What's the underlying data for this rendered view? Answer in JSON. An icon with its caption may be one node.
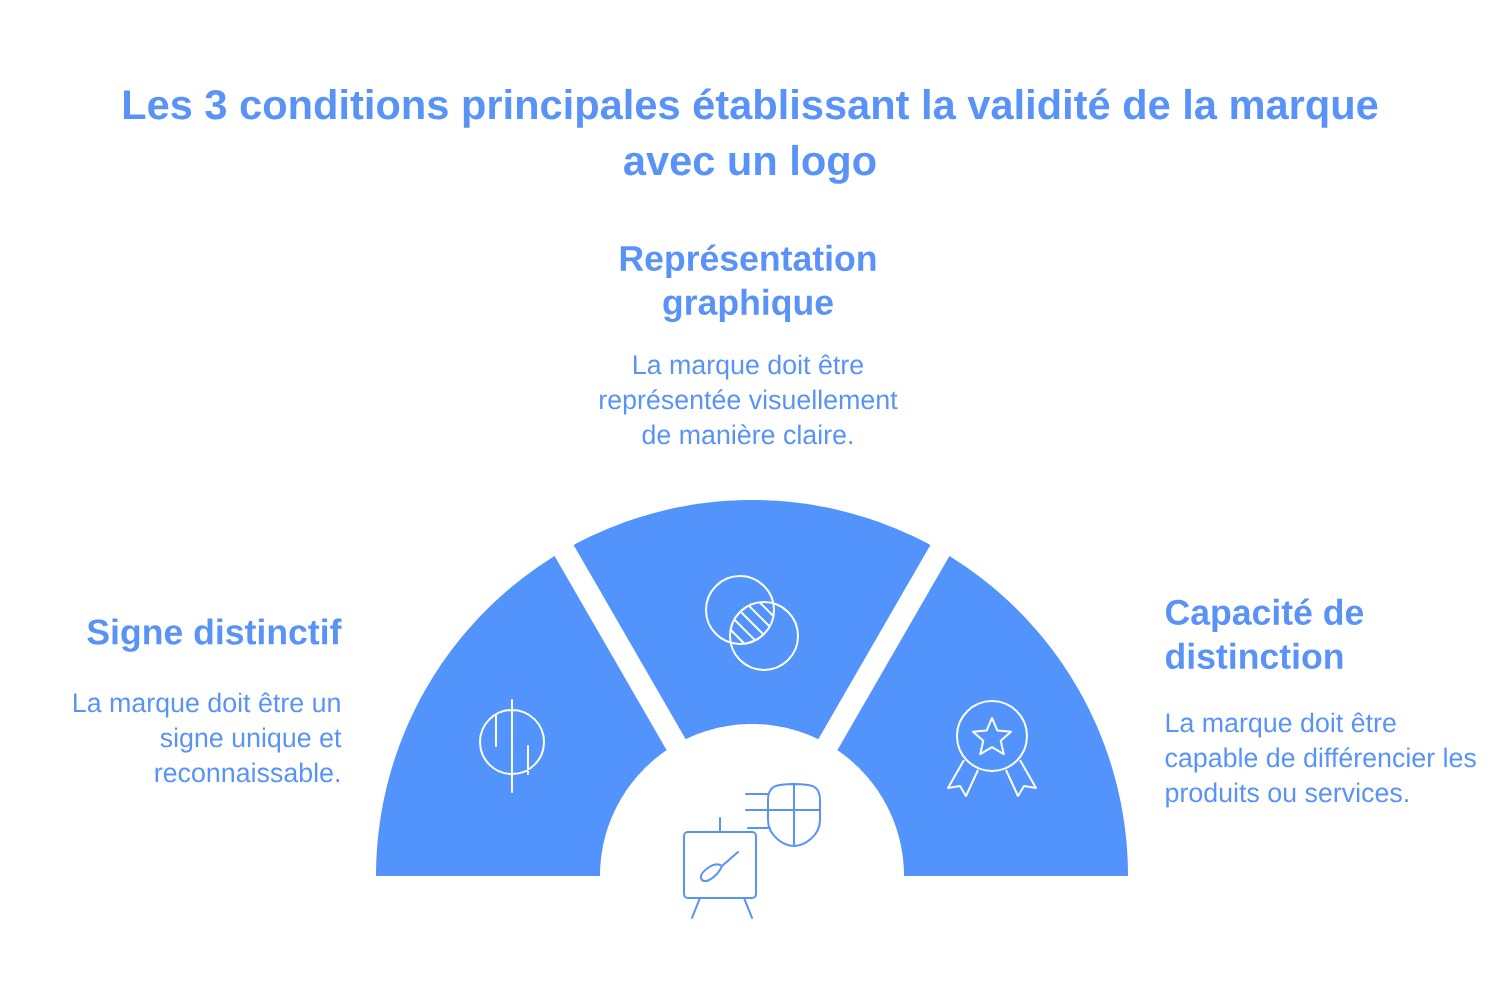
{
  "diagram": {
    "title": "Les 3 conditions principales établissant la validité de la marque avec un logo",
    "nodes": [
      {
        "text": [
          "Signe distinctif",
          "La marque doit être un signe unique et reconnaissable."
        ]
      },
      {
        "text": [
          "Représentation graphique",
          "La marque doit être représentée visuellement de manière claire."
        ]
      },
      {
        "text": [
          "Capacité de distinction",
          "La marque doit être capable de différencier les produits ou services."
        ]
      }
    ]
  }
}
